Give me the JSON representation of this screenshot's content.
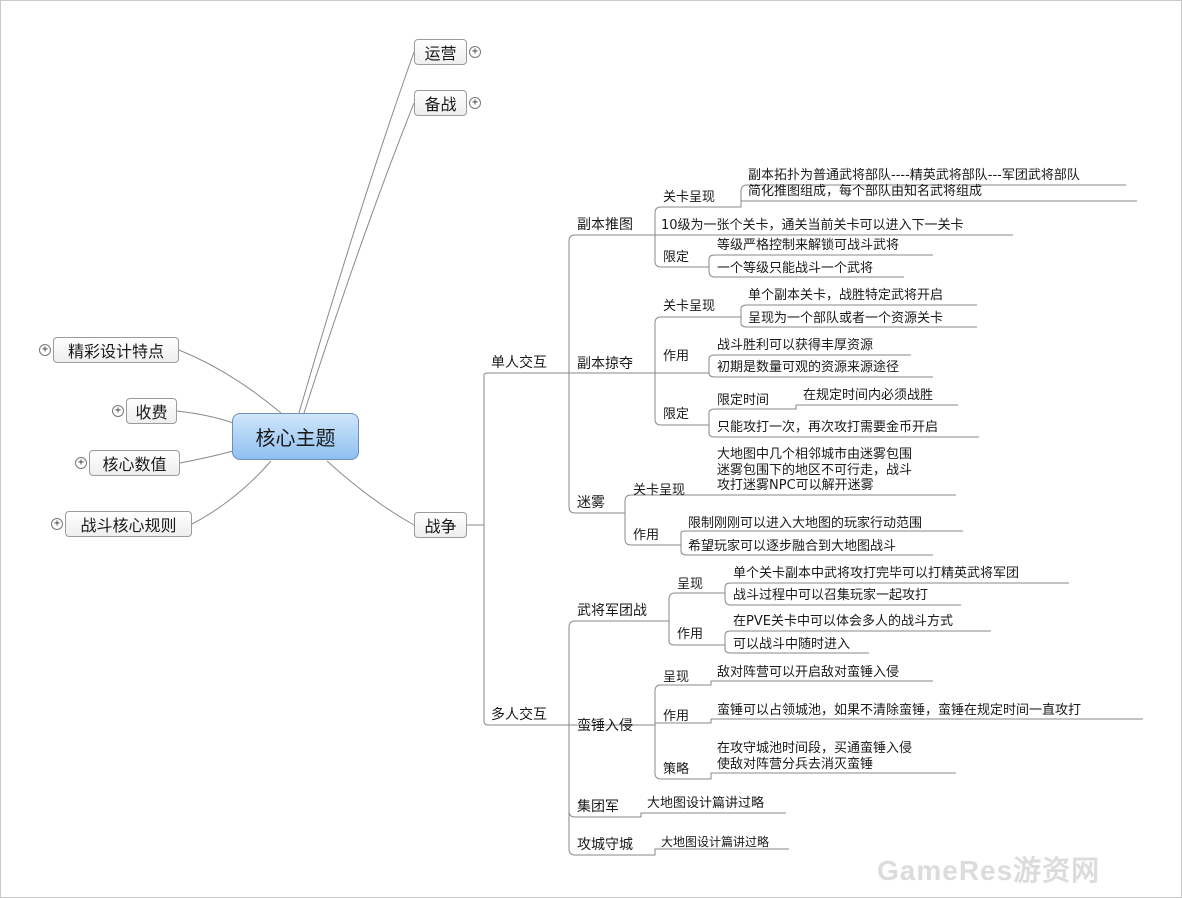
{
  "root": "核心主题",
  "left": {
    "jingcai": "精彩设计特点",
    "shoufei": "收费",
    "shuzhi": "核心数值",
    "guize": "战斗核心规则"
  },
  "top": {
    "yunying": "运营",
    "beizhan": "备战"
  },
  "zhanzheng": "战争",
  "danren": {
    "label": "单人交互",
    "tuitu": {
      "label": "副本推图",
      "guanka": "关卡呈现",
      "g1": "副本拓扑为普通武将部队----精英武将部队---军团武将部队",
      "g2": "简化推图组成，每个部队由知名武将组成",
      "level": "10级为一张个关卡，通关当前关卡可以进入下一关卡",
      "xianding": "限定",
      "x1": "等级严格控制来解锁可战斗武将",
      "x2": "一个等级只能战斗一个武将"
    },
    "lueduo": {
      "label": "副本掠夺",
      "guanka": "关卡呈现",
      "g1": "单个副本关卡，战胜特定武将开启",
      "g2": "呈现为一个部队或者一个资源关卡",
      "zuoyong": "作用",
      "z1": "战斗胜利可以获得丰厚资源",
      "z2": "初期是数量可观的资源来源途径",
      "xianding": "限定",
      "time": "限定时间",
      "time_desc": "在规定时间内必须战胜",
      "once": "只能攻打一次，再次攻打需要金币开启"
    },
    "miwu": {
      "label": "迷雾",
      "guanka": "关卡呈现",
      "g1": "大地图中几个相邻城市由迷雾包围",
      "g2": "迷雾包围下的地区不可行走，战斗",
      "g3": "攻打迷雾NPC可以解开迷雾",
      "zuoyong": "作用",
      "z1": "限制刚刚可以进入大地图的玩家行动范围",
      "z2": "希望玩家可以逐步融合到大地图战斗"
    }
  },
  "duoren": {
    "label": "多人交互",
    "juntuan": {
      "label": "武将军团战",
      "chengxian": "呈现",
      "c1": "单个关卡副本中武将攻打完毕可以打精英武将军团",
      "c2": "战斗过程中可以召集玩家一起攻打",
      "zuoyong": "作用",
      "z1": "在PVE关卡中可以体会多人的战斗方式",
      "z2": "可以战斗中随时进入"
    },
    "manchui": {
      "label": "蛮锤入侵",
      "chengxian": "呈现",
      "c1": "敌对阵营可以开启敌对蛮锤入侵",
      "zuoyong": "作用",
      "z1": "蛮锤可以占领城池，如果不清除蛮锤，蛮锤在规定时间一直攻打",
      "celue": "策略",
      "s1": "在攻守城池时间段，买通蛮锤入侵",
      "s2": "使敌对阵营分兵去消灭蛮锤"
    },
    "jituan": {
      "label": "集团军",
      "desc": "大地图设计篇讲过略"
    },
    "gongcheng": {
      "label": "攻城守城",
      "desc": "大地图设计篇讲过略"
    }
  },
  "watermark": "GameRes游资网"
}
